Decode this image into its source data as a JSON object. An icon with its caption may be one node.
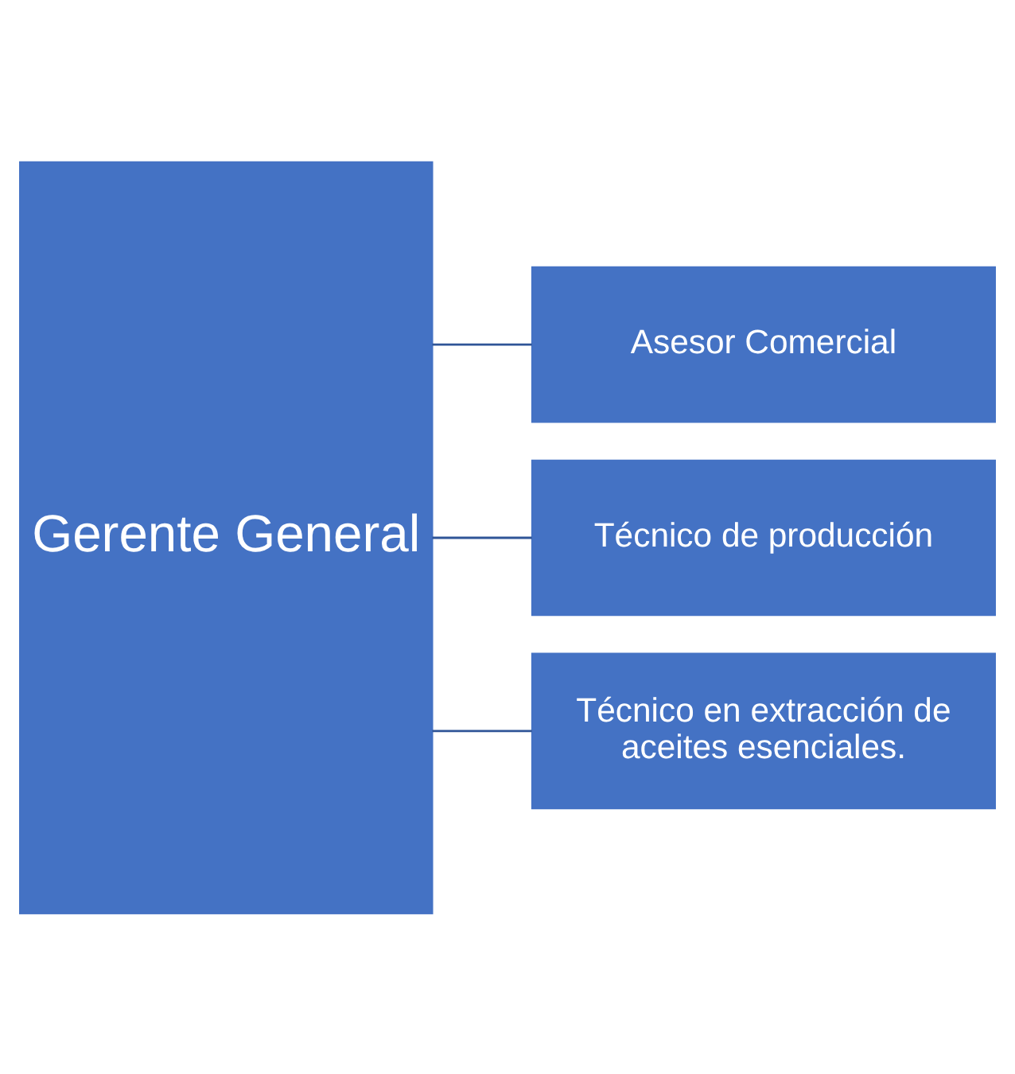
{
  "diagram": {
    "nodes": [
      {
        "text": [
          "Gerente General"
        ]
      },
      {
        "text": [
          "Asesor Comercial"
        ]
      },
      {
        "text": [
          "Técnico de producción"
        ]
      },
      {
        "text": [
          "Técnico en extracción de aceites esenciales."
        ]
      }
    ],
    "edges": [
      {
        "from": 0,
        "to": 1,
        "arrow": "none"
      },
      {
        "from": 0,
        "to": 2,
        "arrow": "none"
      },
      {
        "from": 0,
        "to": 3,
        "arrow": "none"
      }
    ]
  }
}
